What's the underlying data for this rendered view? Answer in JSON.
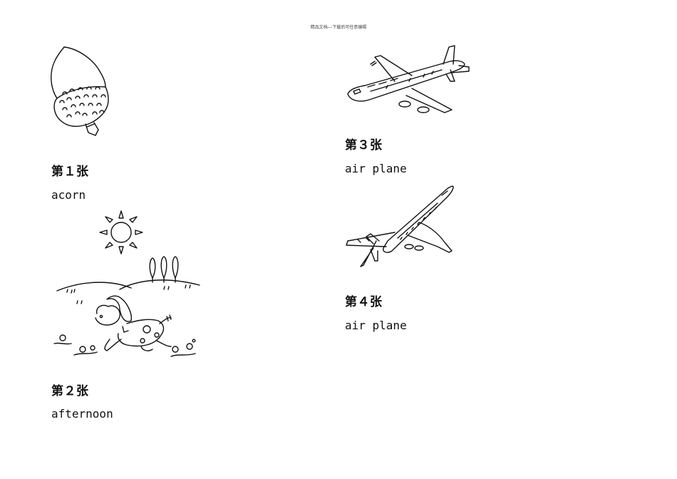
{
  "header": {
    "text": "精品文档---下载后可任意编辑"
  },
  "cards": [
    {
      "title": "第１张",
      "word": "acorn",
      "icon": "acorn-icon"
    },
    {
      "title": "第２张",
      "word": "afternoon",
      "icon": "afternoon-scene-icon"
    },
    {
      "title": "第３张",
      "word": "air plane",
      "icon": "airplane-icon"
    },
    {
      "title": "第４张",
      "word": "air plane",
      "icon": "airplane-takeoff-icon"
    }
  ]
}
